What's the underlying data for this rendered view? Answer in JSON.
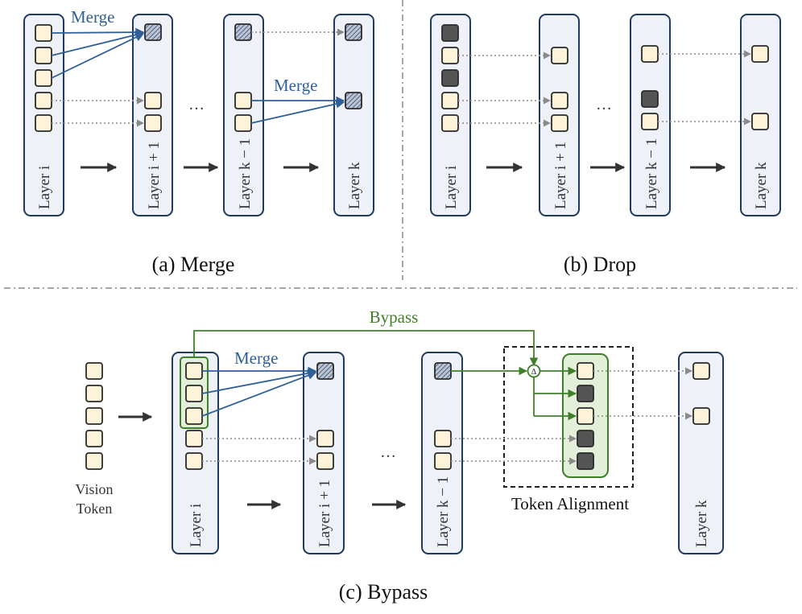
{
  "colors": {
    "layer_fill": "#eef2f8",
    "layer_stroke": "#1f3a5c",
    "token_fill": "#fcf3d9",
    "token_stroke": "#2a2a2a",
    "dark_token": "#555555",
    "merge_blue": "#2f5f98",
    "bypass_green": "#3f7f2a",
    "green_fill": "#e4efd9",
    "dotted": "#9a9a9a",
    "arrow": "#333333"
  },
  "panel_a": {
    "caption": "(a) Merge",
    "merge_label_1": "Merge",
    "merge_label_2": "Merge",
    "ellipsis": "…",
    "layers": [
      "Layer i",
      "Layer i + 1",
      "Layer k − 1",
      "Layer k"
    ]
  },
  "panel_b": {
    "caption": "(b) Drop",
    "ellipsis": "…",
    "layers": [
      "Layer i",
      "Layer i + 1",
      "Layer k − 1",
      "Layer k"
    ]
  },
  "panel_c": {
    "caption": "(c) Bypass",
    "bypass_label": "Bypass",
    "merge_label": "Merge",
    "ellipsis": "…",
    "vision_token_line1": "Vision",
    "vision_token_line2": "Token",
    "token_alignment": "Token Alignment",
    "delta_symbol": "Δ",
    "layers": [
      "Layer i",
      "Layer i + 1",
      "Layer k − 1",
      "Layer k"
    ]
  }
}
